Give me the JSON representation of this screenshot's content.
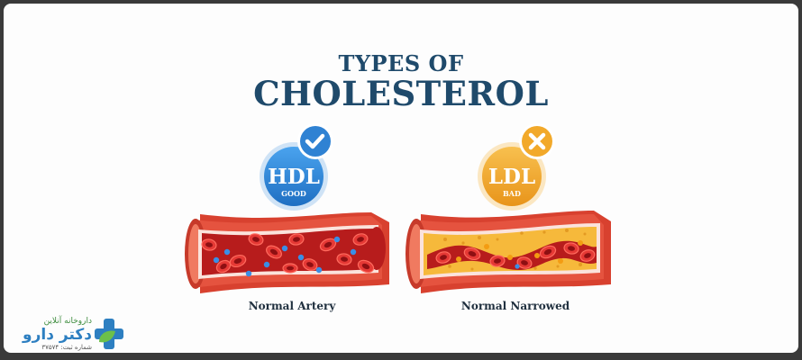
{
  "title": {
    "line1": "TYPES OF",
    "line2": "CHOLESTEROL"
  },
  "hdl": {
    "label": "HDL",
    "sublabel": "GOOD",
    "mark": "check-icon",
    "color": "#2f82d3"
  },
  "ldl": {
    "label": "LDL",
    "sublabel": "BAD",
    "mark": "cross-icon",
    "color": "#f2a92a"
  },
  "captions": {
    "left": "Normal Artery",
    "right": "Normal Narrowed"
  },
  "colors": {
    "title": "#1f4a6b",
    "artery_outer": "#d8412f",
    "artery_inner": "#b71c1c",
    "blood_cell": "#d32f2f",
    "plaque": "#f6b93b",
    "hdl_dot": "#3a8ee6",
    "ldl_dot": "#f39c12"
  },
  "logo": {
    "line1": "داروخانه آنلاین",
    "line2": "دکتر دارو",
    "line3": "شماره ثبت: ۳۷۵۷۴"
  }
}
